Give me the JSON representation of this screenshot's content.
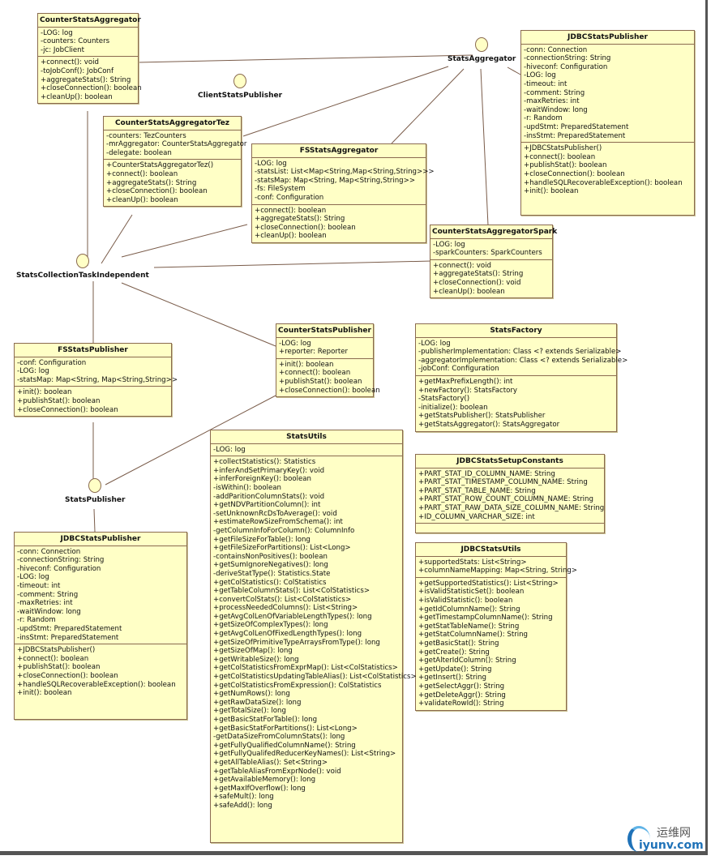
{
  "interfaces": {
    "stats_aggregator": "StatsAggregator",
    "client_stats_publisher": "ClientStatsPublisher",
    "stats_collection_task_independent": "StatsCollectionTaskIndependent",
    "stats_publisher": "StatsPublisher"
  },
  "classes": {
    "counter_stats_aggregator": {
      "name": "CounterStatsAggregator",
      "attributes": [
        "-LOG: log",
        "-counters: Counters",
        "-jc: JobClient"
      ],
      "methods": [
        "+connect(): void",
        "-toJobConf(): JobConf",
        "+aggregateStats(): String",
        "+closeConnection(): boolean",
        "+cleanUp(): boolean"
      ]
    },
    "counter_stats_aggregator_tez": {
      "name": "CounterStatsAggregatorTez",
      "attributes": [
        "-counters: TezCounters",
        "-mrAggregator: CounterStatsAggregator",
        "-delegate: boolean"
      ],
      "methods": [
        "+CounterStatsAggregatorTez()",
        "+connect(): boolean",
        "+aggregateStats(): String",
        "+closeConnection(): boolean",
        "+cleanUp(): boolean"
      ]
    },
    "fs_stats_aggregator": {
      "name": "FSStatsAggregator",
      "attributes": [
        "-LOG: log",
        "-statsList: List<Map<String,Map<String,String>>>",
        "-statsMap: Map<String, Map<String,String>>",
        "-fs: FileSystem",
        "-conf: Configuration"
      ],
      "methods": [
        "+connect(): boolean",
        "+aggregateStats(): String",
        "+closeConnection(): boolean",
        "+cleanUp(): boolean"
      ]
    },
    "jdbc_stats_publisher_top": {
      "name": "JDBCStatsPublisher",
      "attributes": [
        "-conn: Connection",
        "-connectionString: String",
        "-hiveconf: Configuration",
        "-LOG: log",
        "-timeout: int",
        "-comment: String",
        "-maxRetries: int",
        "-waitWindow: long",
        "-r: Random",
        "-updStmt: PreparedStatement",
        "-insStmt: PreparedStatement"
      ],
      "methods": [
        "+JDBCStatsPublisher()",
        "+connect(): boolean",
        "+publishStat(): boolean",
        "+closeConnection(): boolean",
        "+handleSQLRecoverableException(): boolean",
        "+init(): boolean"
      ]
    },
    "counter_stats_aggregator_spark": {
      "name": "CounterStatsAggregatorSpark",
      "attributes": [
        "-LOG: log",
        "-sparkCounters: SparkCounters"
      ],
      "methods": [
        "+connect(): void",
        "+aggregateStats(): String",
        "+closeConnection(): void",
        "+cleanUp(): boolean"
      ]
    },
    "fs_stats_publisher": {
      "name": "FSStatsPublisher",
      "attributes": [
        "-conf: Configuration",
        "-LOG: log",
        "-statsMap: Map<String, Map<String,String>>"
      ],
      "methods": [
        "+init(): boolean",
        "+publishStat(): boolean",
        "+closeConnection(): boolean"
      ]
    },
    "counter_stats_publisher": {
      "name": "CounterStatsPublisher",
      "attributes": [
        "-LOG: log",
        "+reporter: Reporter"
      ],
      "methods": [
        "+init(): boolean",
        "+connect(): boolean",
        "+publishStat(): boolean",
        "+closeConnection(): boolean"
      ]
    },
    "stats_factory": {
      "name": "StatsFactory",
      "attributes": [
        "-LOG: log",
        "-publisherImplementation: Class <? extends Serializable>",
        "-aggregatorImplementation: Class <? extends Serializable>",
        "-jobConf: Configuration"
      ],
      "methods": [
        "+getMaxPrefixLength(): int",
        "+newFactory(): StatsFactory",
        "-StatsFactory()",
        "-initialize(): boolean",
        "+getStatsPublisher(): StatsPublisher",
        "+getStatsAggregator(): StatsAggregator"
      ]
    },
    "jdbc_stats_setup_constants": {
      "name": "JDBCStatsSetupConstants",
      "attributes": [
        "+PART_STAT_ID_COLUMN_NAME: String",
        "+PART_STAT_TIMESTAMP_COLUMN_NAME: String",
        "+PART_STAT_TABLE_NAME: String",
        "+PART_STAT_ROW_COUNT_COLUMN_NAME: String",
        "+PART_STAT_RAW_DATA_SIZE_COLUMN_NAME: String",
        "+ID_COLUMN_VARCHAR_SIZE: int"
      ],
      "methods": []
    },
    "jdbc_stats_utils": {
      "name": "JDBCStatsUtils",
      "attributes": [
        "+supportedStats: List<String>",
        "+columnNameMapping: Map<String, String>"
      ],
      "methods": [
        "+getSupportedStatistics(): List<String>",
        "+isValidStatisticSet(): boolean",
        "+isValidStatistic(): boolean",
        "+getIdColumnName(): String",
        "+getTimestampColumnName(): String",
        "+getStatTableName(): String",
        "+getStatColumnName(): String",
        "+getBasicStat(): String",
        "+getCreate(): String",
        "+getAlterIdColumn(): String",
        "+getUpdate(): String",
        "+getInsert(): String",
        "+getSelectAggr(): String",
        "+getDeleteAggr(): String",
        "+validateRowId(): String"
      ]
    },
    "jdbc_stats_publisher_bottom": {
      "name": "JDBCStatsPublisher",
      "attributes": [
        "-conn: Connection",
        "-connectionString: String",
        "-hiveconf: Configuration",
        "-LOG: log",
        "-timeout: int",
        "-comment: String",
        "-maxRetries: int",
        "-waitWindow: long",
        "-r: Random",
        "-updStmt: PreparedStatement",
        "-insStmt: PreparedStatement"
      ],
      "methods": [
        "+JDBCStatsPublisher()",
        "+connect(): boolean",
        "+publishStat(): boolean",
        "+closeConnection(): boolean",
        "+handleSQLRecoverableException(): boolean",
        "+init(): boolean"
      ]
    },
    "stats_utils": {
      "name": "StatsUtils",
      "attributes": [
        "-LOG: log"
      ],
      "methods": [
        "+collectStatistics(): Statistics",
        "+inferAndSetPrimaryKey(): void",
        "+inferForeignKey(): boolean",
        "-isWithin(): boolean",
        "-addParitionColumnStats(): void",
        "+getNDVPartitionColumn(): int",
        "-setUnknownRcDsToAverage(): void",
        "+estimateRowSizeFromSchema(): int",
        "-getColumnInfoForColumn(): ColumnInfo",
        "+getFileSizeForTable(): long",
        "+getFileSizeForPartitions(): List<Long>",
        "-containsNonPositives(): boolean",
        "+getSumIgnoreNegatives(): long",
        "-deriveStatType(): Statistics.State",
        "+getColStatistics(): ColStatistics",
        "+getTableColumnStats(): List<ColStatistics>",
        "+convertColStats(): List<ColStatistics>",
        "+processNeededColumns(): List<String>",
        "+getAvgColLenOfVariableLengthTypes(): long",
        "+getSizeOfComplexTypes(): long",
        "+getAvgColLenOfFixedLengthTypes(): long",
        "+getSizeOfPrimitiveTypeArraysFromType(): long",
        "+getSizeOfMap(): long",
        "+getWritableSize(): long",
        "+getColStatisticsFromExprMap(): List<ColStatistics>",
        "+getColStatisticsUpdatingTableAlias(): List<ColStatistics>",
        "+getColStatisticsFromExpression(): ColStatistics",
        "+getNumRows(): long",
        "+getRawDataSize(): long",
        "+getTotalSize(): long",
        "+getBasicStatForTable(): long",
        "+getBasicStatForPartitions(): List<Long>",
        "-getDataSizeFromColumnStats(): long",
        "+getFullyQualifiedColumnName(): String",
        "+getFullyQualifedReducerKeyNames(): List<String>",
        "+getAllTableAlias(): Set<String>",
        "+getTableAliasFromExprNode(): void",
        "+getAvailableMemory(): long",
        "+getMaxIfOverflow(): long",
        "+safeMult(): long",
        "+safeAdd(): long"
      ]
    }
  },
  "watermark": {
    "cn": "运维网",
    "en": "iyunv.com"
  }
}
